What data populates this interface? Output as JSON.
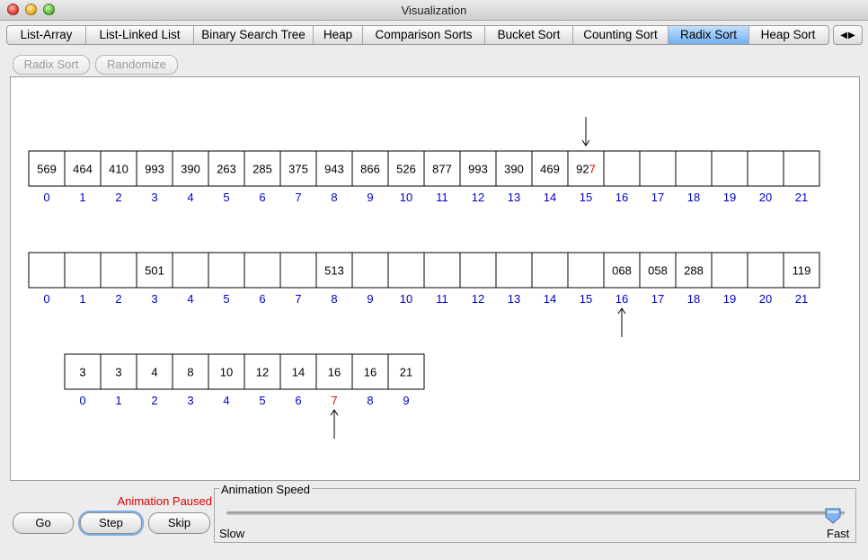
{
  "window": {
    "title": "Visualization"
  },
  "tabs": [
    {
      "label": "List-Array",
      "selected": false
    },
    {
      "label": "List-Linked List",
      "selected": false
    },
    {
      "label": "Binary Search Tree",
      "selected": false
    },
    {
      "label": "Heap",
      "selected": false
    },
    {
      "label": "Comparison Sorts",
      "selected": false
    },
    {
      "label": "Bucket Sort",
      "selected": false
    },
    {
      "label": "Counting Sort",
      "selected": false
    },
    {
      "label": "Radix Sort",
      "selected": true
    },
    {
      "label": "Heap Sort",
      "selected": false
    }
  ],
  "tab_scroll": {
    "left_icon": "scroll-left-icon",
    "right_icon": "scroll-right-icon"
  },
  "toolbar": {
    "radix_sort_label": "Radix Sort",
    "randomize_label": "Randomize"
  },
  "arrays": [
    {
      "cells": [
        "569",
        "464",
        "410",
        "993",
        "390",
        "263",
        "285",
        "375",
        "943",
        "866",
        "526",
        "877",
        "993",
        "390",
        "469",
        "927",
        "",
        "",
        "",
        "",
        "",
        ""
      ],
      "indices": [
        "0",
        "1",
        "2",
        "3",
        "4",
        "5",
        "6",
        "7",
        "8",
        "9",
        "10",
        "11",
        "12",
        "13",
        "14",
        "15",
        "16",
        "17",
        "18",
        "19",
        "20",
        "21"
      ],
      "pointer_index": 15,
      "pointer_position": "above",
      "highlight_cell": 15,
      "highlight_digit": "last"
    },
    {
      "cells": [
        "",
        "",
        "",
        "501",
        "",
        "",
        "",
        "",
        "513",
        "",
        "",
        "",
        "",
        "",
        "",
        "",
        "068",
        "058",
        "288",
        "",
        "",
        "119"
      ],
      "indices": [
        "0",
        "1",
        "2",
        "3",
        "4",
        "5",
        "6",
        "7",
        "8",
        "9",
        "10",
        "11",
        "12",
        "13",
        "14",
        "15",
        "16",
        "17",
        "18",
        "19",
        "20",
        "21"
      ],
      "pointer_index": 16,
      "pointer_position": "below"
    },
    {
      "cells": [
        "3",
        "3",
        "4",
        "8",
        "10",
        "12",
        "14",
        "16",
        "16",
        "21"
      ],
      "indices": [
        "0",
        "1",
        "2",
        "3",
        "4",
        "5",
        "6",
        "7",
        "8",
        "9"
      ],
      "pointer_index": 7,
      "pointer_position": "below",
      "highlight_index": 7
    }
  ],
  "controls": {
    "go_label": "Go",
    "step_label": "Step",
    "skip_label": "Skip",
    "status": "Animation Paused"
  },
  "speed": {
    "title": "Animation Speed",
    "slow_label": "Slow",
    "fast_label": "Fast",
    "value": 0.98
  },
  "colors": {
    "index_text": "#0000cc",
    "highlight": "#dd0000",
    "selected_tab": "#6fb0f0"
  }
}
